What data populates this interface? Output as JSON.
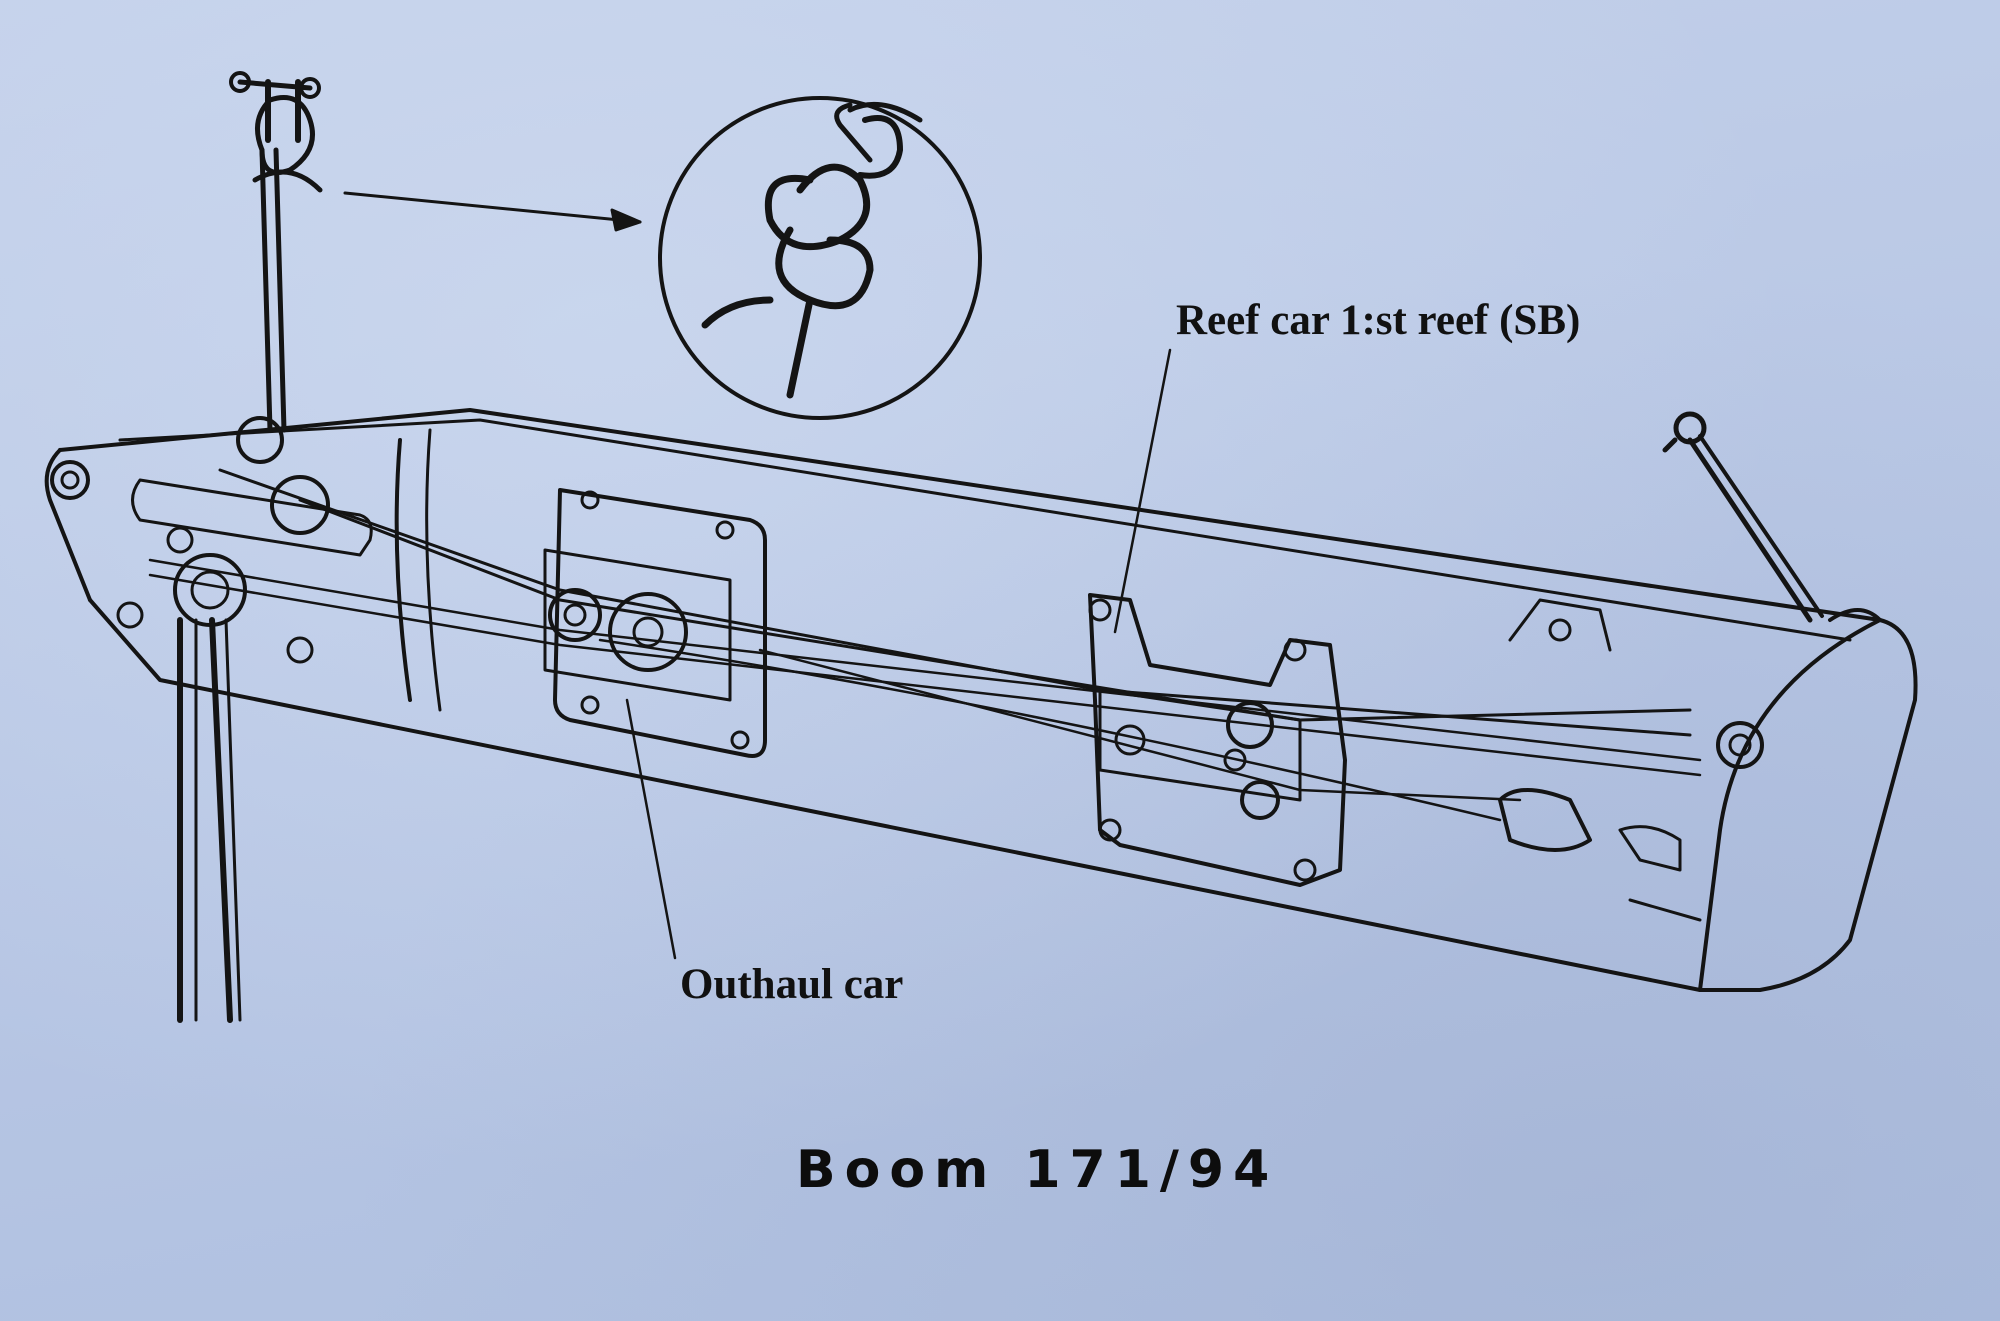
{
  "labels": {
    "reef_car": "Reef car 1:st reef (SB)",
    "outhaul_car": "Outhaul car"
  },
  "caption": "Boom 171/94",
  "colors": {
    "paper": "#b9c8e4",
    "ink": "#141414"
  }
}
